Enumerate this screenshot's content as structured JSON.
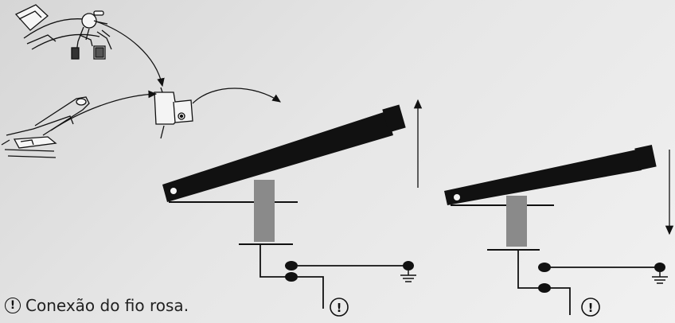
{
  "caption": {
    "symbol": "!",
    "text": "Conexão do fio rosa."
  },
  "left_switch": {
    "pedal_state": "released",
    "arrow": "up",
    "callout_symbol": "!"
  },
  "right_switch": {
    "pedal_state": "pressed",
    "arrow": "down",
    "callout_symbol": "!"
  },
  "colors": {
    "background": "#e4e4e4",
    "line": "#111111",
    "plunger": "#8a8a8a"
  }
}
